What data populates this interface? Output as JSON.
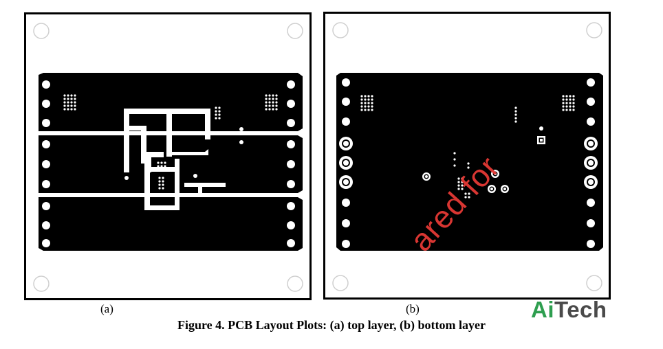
{
  "figure": {
    "sub_a": "(a)",
    "sub_b": "(b)",
    "caption": "Figure 4. PCB Layout Plots: (a) top layer, (b) bottom layer"
  },
  "watermark": {
    "text": "ared for"
  },
  "logo": {
    "part1": "Ai",
    "part2": "Tech"
  },
  "colors": {
    "copper": "#000000",
    "board": "#ffffff",
    "watermark": "#e53935",
    "logo_green": "#2e9e4f",
    "logo_gray": "#4a4a4a"
  }
}
